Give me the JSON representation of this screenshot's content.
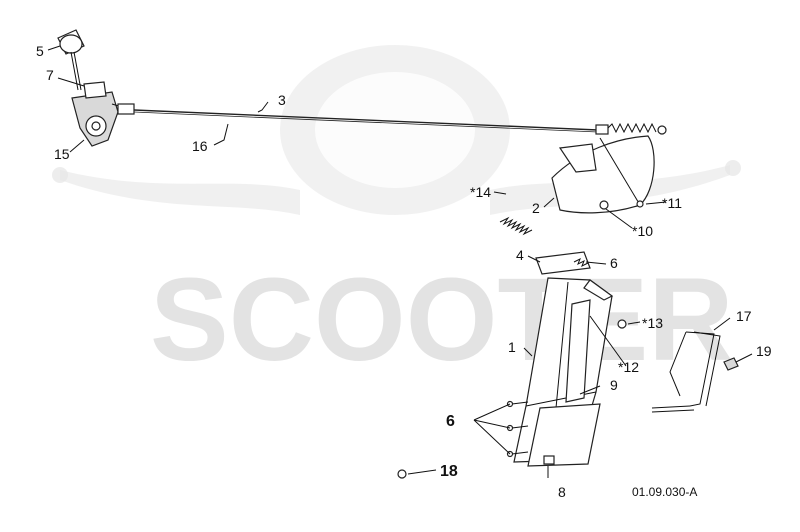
{
  "watermark": {
    "text": "SCOOTER"
  },
  "drawing_code": "01.09.030-A",
  "labels": {
    "l1": "1",
    "l2": "2",
    "l3": "3",
    "l4": "4",
    "l5": "5",
    "l6a": "6",
    "l6b": "6",
    "l7": "7",
    "l8": "8",
    "l9": "9",
    "l10": "*10",
    "l11": "*11",
    "l12": "*12",
    "l13": "*13",
    "l14": "*14",
    "l15": "15",
    "l16": "16",
    "l17": "17",
    "l18": "18",
    "l19": "19"
  },
  "colors": {
    "ink": "#111111",
    "watermark": "#e4e4e4"
  }
}
